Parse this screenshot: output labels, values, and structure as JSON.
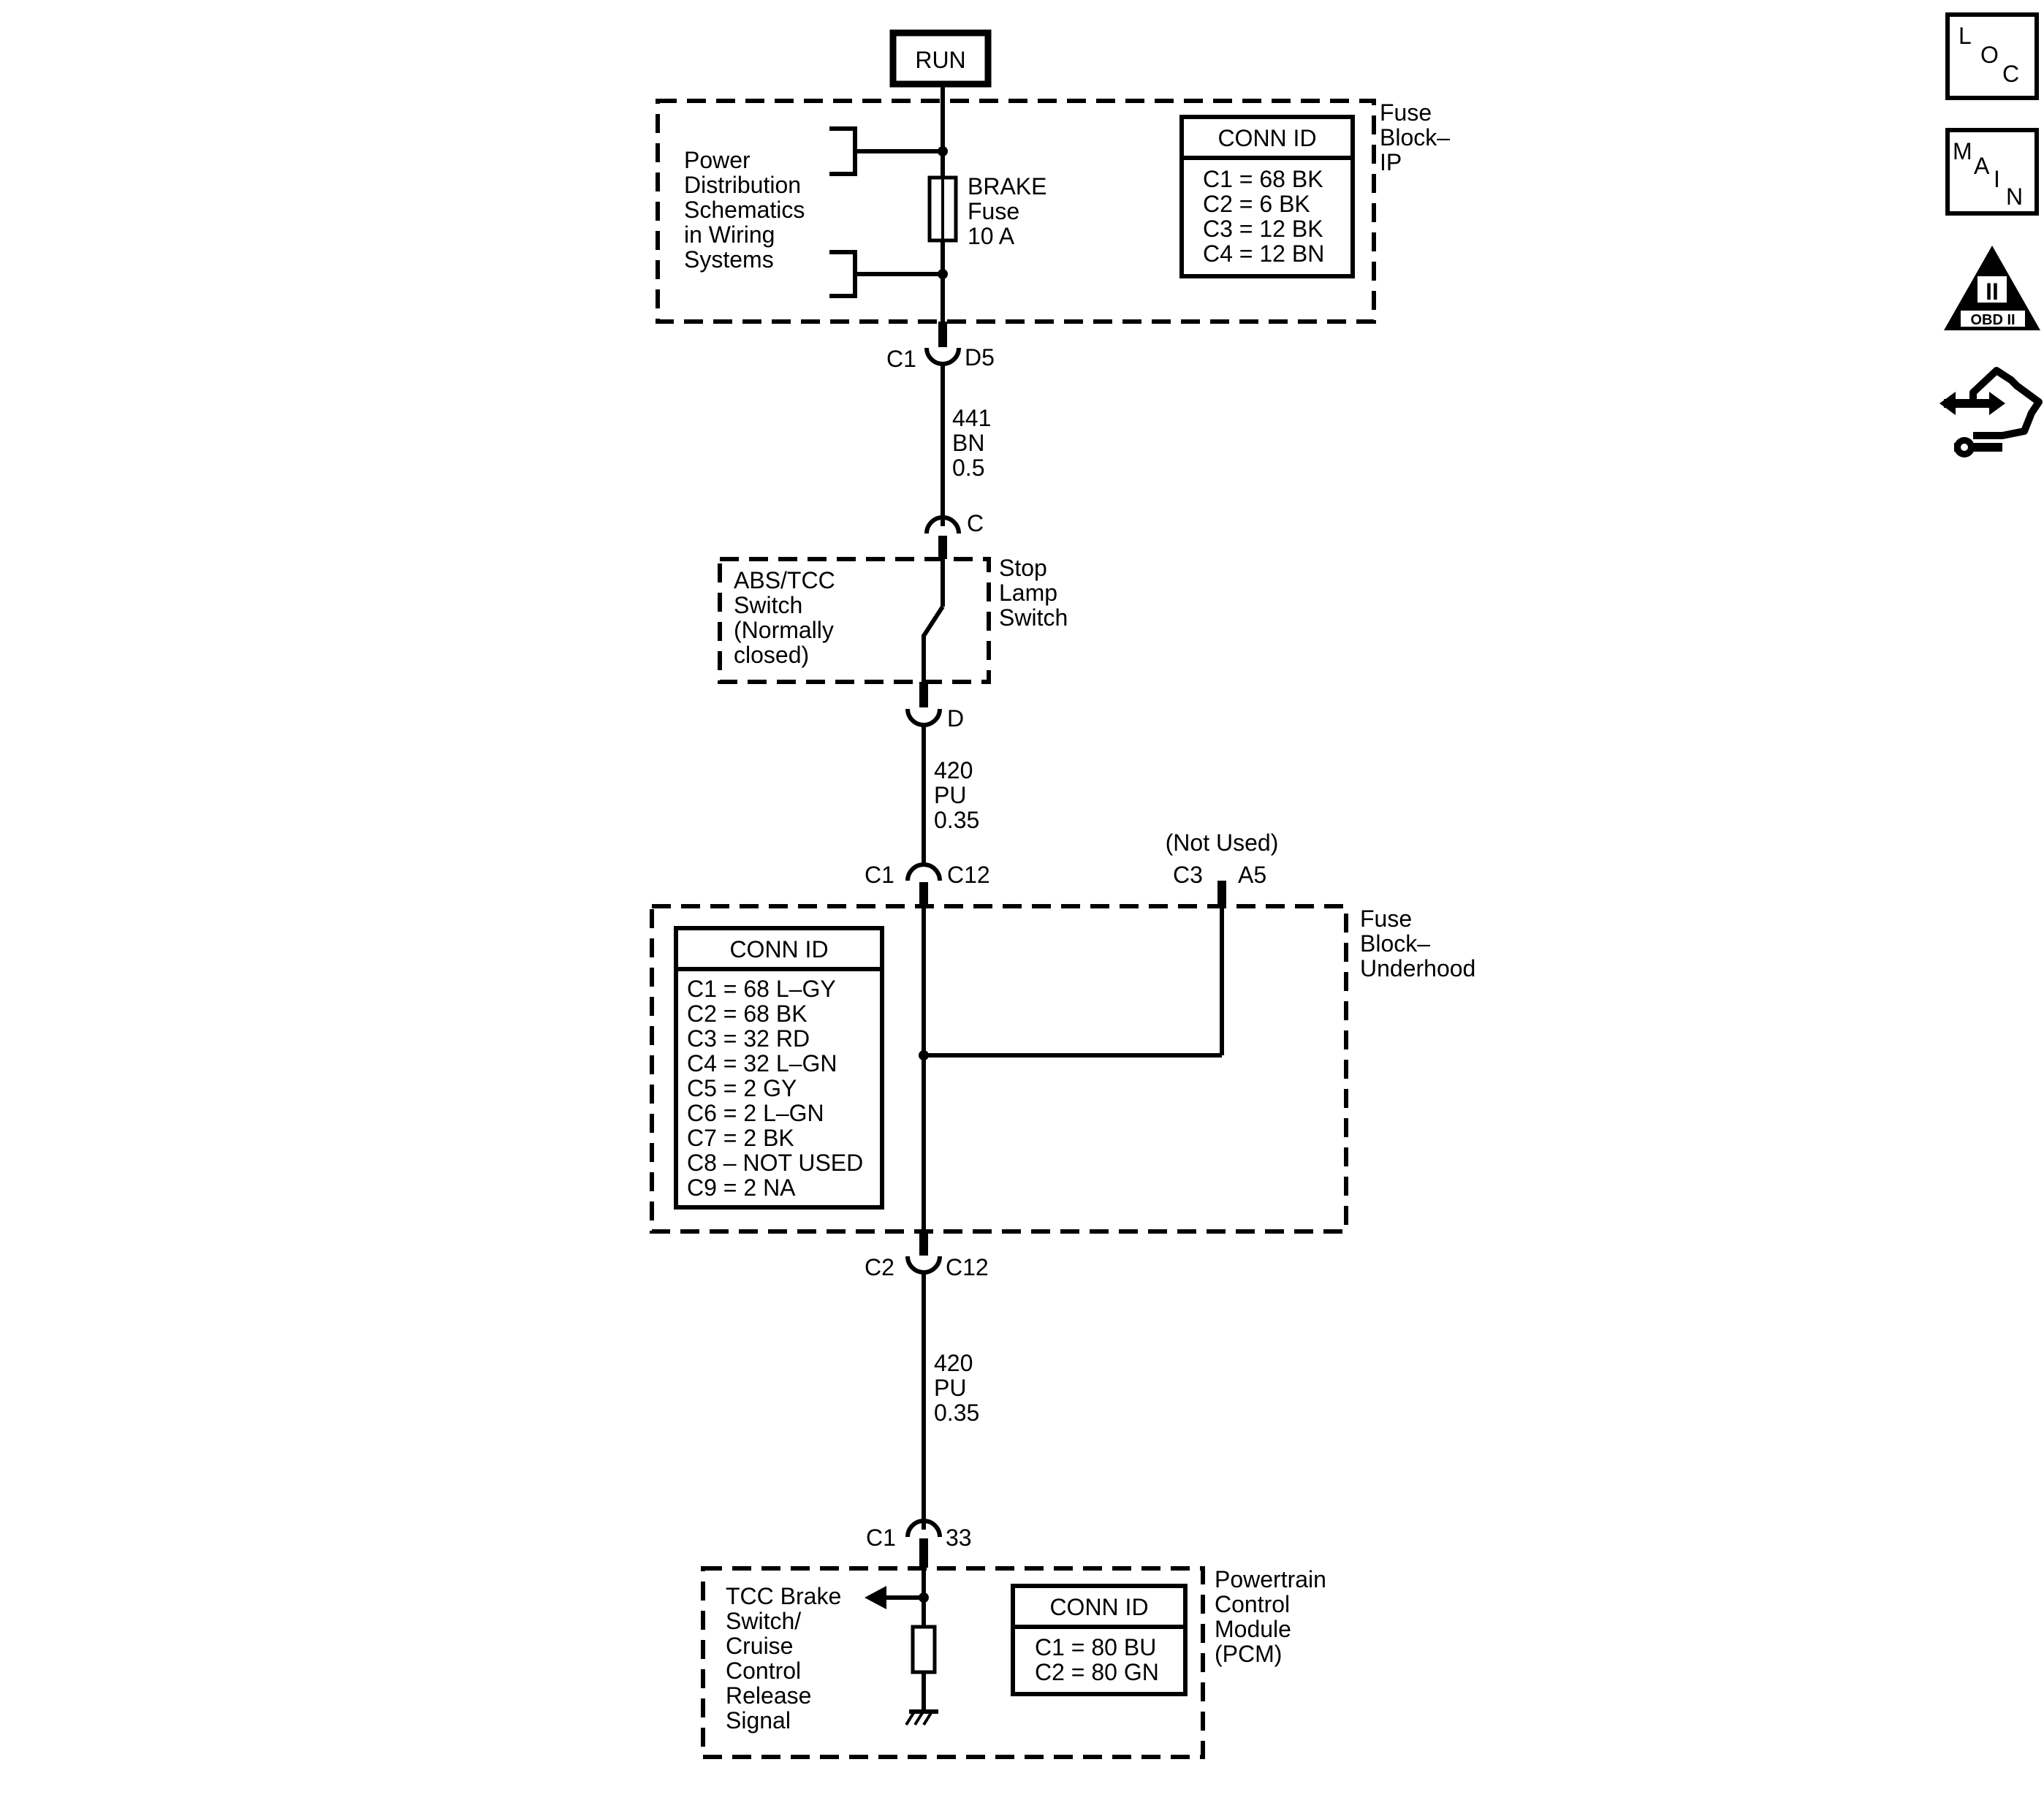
{
  "power_source": "RUN",
  "fuse_block_ip": {
    "name": [
      "Fuse",
      "Block–",
      "IP"
    ],
    "note": [
      "Power",
      "Distribution",
      "Schematics",
      "in Wiring",
      "Systems"
    ],
    "fuse": [
      "BRAKE",
      "Fuse",
      "10 A"
    ],
    "conn_title": "CONN ID",
    "conn": [
      "C1 = 68 BK",
      "C2 = 6 BK",
      "C3 = 12 BK",
      "C4 = 12 BN"
    ],
    "out_conn": "C1",
    "out_pin": "D5"
  },
  "wire_1": [
    "441",
    "BN",
    "0.5"
  ],
  "stop_lamp_switch": {
    "name": [
      "Stop",
      "Lamp",
      "Switch"
    ],
    "desc": [
      "ABS/TCC",
      "Switch",
      "(Normally",
      "closed)"
    ],
    "in_pin": "C",
    "out_pin": "D"
  },
  "wire_2": [
    "420",
    "PU",
    "0.35"
  ],
  "fuse_block_underhood": {
    "name": [
      "Fuse",
      "Block–",
      "Underhood"
    ],
    "in_conn": "C1",
    "in_pin": "C12",
    "not_used": "(Not Used)",
    "nu_conn": "C3",
    "nu_pin": "A5",
    "conn_title": "CONN ID",
    "conn": [
      "C1 = 68 L–GY",
      "C2 = 68 BK",
      "C3 = 32 RD",
      "C4 = 32 L–GN",
      "C5 = 2 GY",
      "C6 = 2 L–GN",
      "C7 = 2 BK",
      "C8 – NOT USED",
      "C9 = 2 NA"
    ],
    "out_conn": "C2",
    "out_pin": "C12"
  },
  "wire_3": [
    "420",
    "PU",
    "0.35"
  ],
  "pcm": {
    "name": [
      "Powertrain",
      "Control",
      "Module",
      "(PCM)"
    ],
    "in_conn": "C1",
    "in_pin": "33",
    "signal": [
      "TCC Brake",
      "Switch/",
      "Cruise",
      "Control",
      "Release",
      "Signal"
    ],
    "conn_title": "CONN ID",
    "conn": [
      "C1 = 80 BU",
      "C2 = 80 GN"
    ]
  },
  "nav": {
    "loc": [
      "L",
      "O",
      "C"
    ],
    "main": [
      "M",
      "A",
      "I",
      "N"
    ],
    "obd": [
      "II",
      "OBD II"
    ]
  }
}
